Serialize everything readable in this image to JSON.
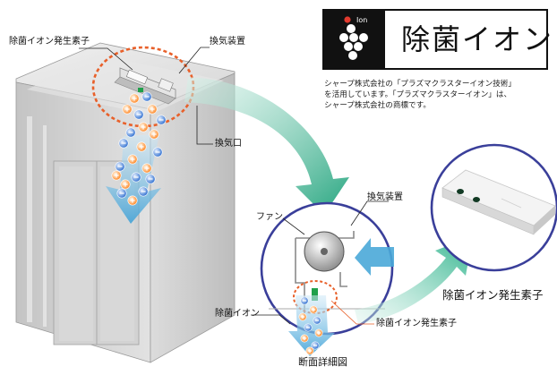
{
  "logo": {
    "mark_text": "Ion",
    "title": "除菌イオン"
  },
  "description": {
    "lines": [
      "シャープ株式会社の「プラズマクラスターイオン技術」",
      "を活用しています。「プラズマクラスターイオン」は、",
      "シャープ株式会社の商標です。"
    ]
  },
  "labels": {
    "ion_element_top": "除菌イオン発生素子",
    "ventilation_top": "換気装置",
    "vent_port": "換気口",
    "ventilation_detail": "換気装置",
    "fan": "ファン",
    "sterilizing_ion": "除菌イオン",
    "ion_element_detail": "除菌イオン発生素子",
    "ion_element_right": "除菌イオン発生素子",
    "detail_caption": "断面詳細図"
  },
  "colors": {
    "dashed_circle": "#e8602a",
    "detail_circle": "#3a3f9a",
    "arrow_green": "#2fae8e",
    "arrow_blue": "#4aa8d8",
    "plus_ion": "#ff8a2a",
    "minus_ion": "#2f6fd0"
  }
}
